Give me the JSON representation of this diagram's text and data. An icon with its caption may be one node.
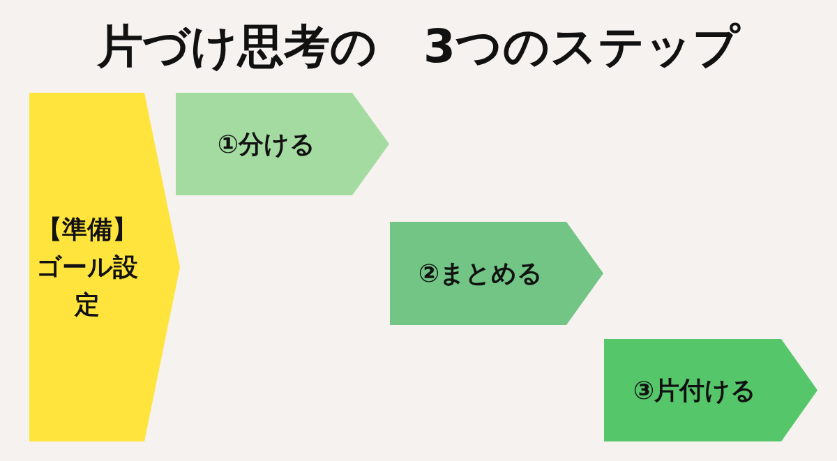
{
  "diagram": {
    "title": "片づけ思考の　3つのステップ",
    "nodes": [
      {
        "text": [
          "【準備】",
          "ゴール設定"
        ]
      },
      {
        "text": [
          "①分ける"
        ]
      },
      {
        "text": [
          "②まとめる"
        ]
      },
      {
        "text": [
          "③片付ける"
        ]
      }
    ]
  }
}
